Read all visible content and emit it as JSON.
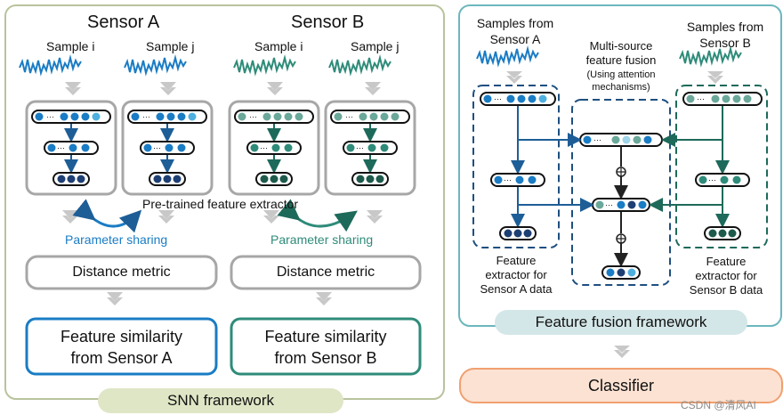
{
  "snn": {
    "sensor_a_title": "Sensor A",
    "sensor_b_title": "Sensor B",
    "sample_i": "Sample i",
    "sample_j": "Sample j",
    "pretrained_label": "Pre-trained feature extractor",
    "param_sharing": "Parameter sharing",
    "distance_metric": "Distance metric",
    "similarity_a_line1": "Feature similarity",
    "similarity_a_line2": "from Sensor A",
    "similarity_b_line1": "Feature similarity",
    "similarity_b_line2": "from Sensor B",
    "framework_label": "SNN framework"
  },
  "fusion": {
    "samples_a_line1": "Samples from",
    "samples_a_line2": "Sensor A",
    "samples_b_line1": "Samples from",
    "samples_b_line2": "Sensor B",
    "msf_line1": "Multi-source",
    "msf_line2": "feature fusion",
    "msf_line3": "(Using attention",
    "msf_line4": "mechanisms)",
    "extractor_a_line1": "Feature",
    "extractor_a_line2": "extractor for",
    "extractor_a_line3": "Sensor A data",
    "extractor_b_line1": "Feature",
    "extractor_b_line2": "extractor for",
    "extractor_b_line3": "Sensor B data",
    "framework_label": "Feature fusion framework"
  },
  "classifier_label": "Classifier",
  "watermark": "CSDN @清风AI",
  "colors": {
    "blue": "#1a7cc4",
    "dark_blue": "#1d3f73",
    "teal": "#2e8b79",
    "dark_teal": "#1d5a4c",
    "olive_border": "#b9c39d",
    "olive_fill": "#dfe6c6",
    "cyan_border": "#6bb7bd",
    "cyan_fill": "#d4e7e8",
    "orange_border": "#f0a070",
    "orange_fill": "#fce2d2",
    "gray_border": "#a7a7a7"
  }
}
